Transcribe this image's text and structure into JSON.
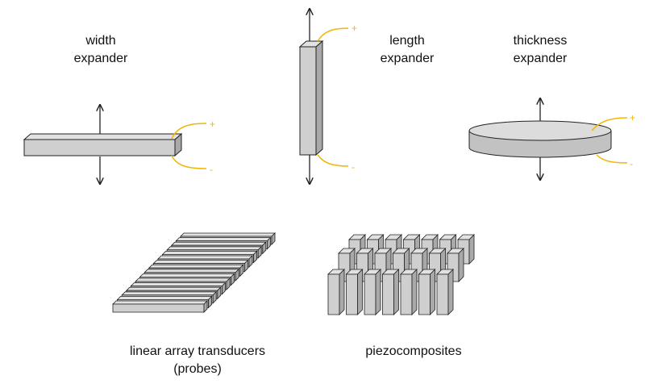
{
  "colors": {
    "face": "#cfcfcf",
    "face_light": "#e2e2e2",
    "face_dark": "#a9a9a9",
    "stroke": "#222222",
    "electrode": "#f2b705"
  },
  "labels": {
    "width": {
      "line1": "width",
      "line2": "expander"
    },
    "length": {
      "line1": "length",
      "line2": "expander"
    },
    "thickness": {
      "line1": "thickness",
      "line2": "expander"
    },
    "linear": {
      "line1": "linear array transducers",
      "line2": "(probes)"
    },
    "piezo": {
      "line1": "piezocomposites"
    }
  },
  "polarity": {
    "plus": "+",
    "minus": "-"
  },
  "icons": [
    "arrow-up-icon",
    "arrow-down-icon",
    "electrode-lead-icon"
  ]
}
